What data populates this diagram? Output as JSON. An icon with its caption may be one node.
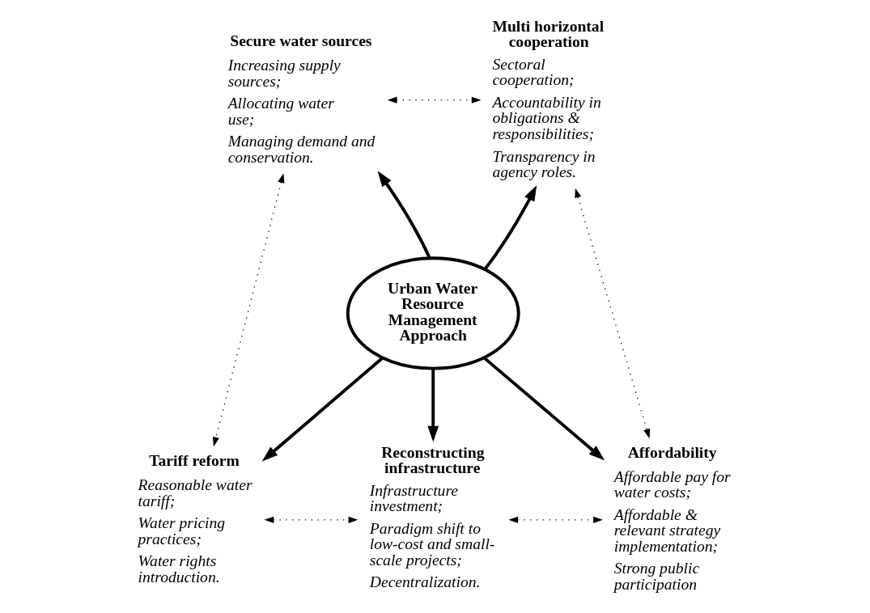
{
  "diagram": {
    "nodes": [
      {
        "text": [
          "Urban Water Resource Management Approach"
        ]
      },
      {
        "text": [
          "Secure water sources",
          "Increasing supply sources;",
          "Allocating water use;",
          "Managing demand and conservation."
        ]
      },
      {
        "text": [
          "Multi horizontal cooperation",
          "Sectoral cooperation;",
          "Accountability in obligations & responsibilities;",
          "Transparency in agency roles."
        ]
      },
      {
        "text": [
          "Tariff reform",
          "Reasonable water tariff;",
          "Water pricing practices;",
          "Water rights introduction."
        ]
      },
      {
        "text": [
          "Reconstructing infrastructure",
          "Infrastructure investment;",
          "Paradigm shift to low-cost and small-scale projects;",
          "Decentralization."
        ]
      },
      {
        "text": [
          "Affordability",
          "Affordable pay for water costs;",
          "Affordable & relevant strategy implementation;",
          "Strong public participation"
        ]
      }
    ],
    "edges": [
      {
        "from": 0,
        "to": 1,
        "arrow": "to",
        "style": "thick"
      },
      {
        "from": 0,
        "to": 2,
        "arrow": "to",
        "style": "thick"
      },
      {
        "from": 0,
        "to": 3,
        "arrow": "to",
        "style": "thick"
      },
      {
        "from": 0,
        "to": 4,
        "arrow": "to",
        "style": "thick"
      },
      {
        "from": 0,
        "to": 5,
        "arrow": "to",
        "style": "thick"
      },
      {
        "from": 1,
        "to": 2,
        "arrow": "both",
        "style": "dashed"
      },
      {
        "from": 1,
        "to": 3,
        "arrow": "both",
        "style": "dashed"
      },
      {
        "from": 2,
        "to": 5,
        "arrow": "both",
        "style": "dashed"
      },
      {
        "from": 3,
        "to": 4,
        "arrow": "both",
        "style": "dashed"
      },
      {
        "from": 4,
        "to": 5,
        "arrow": "both",
        "style": "dashed"
      }
    ]
  }
}
